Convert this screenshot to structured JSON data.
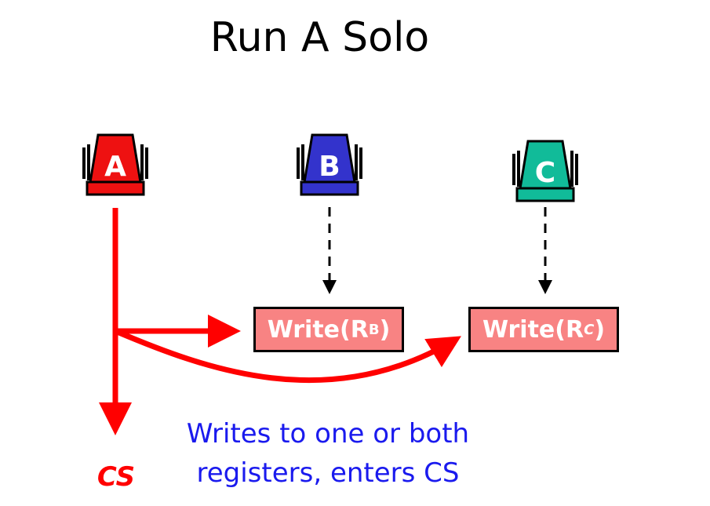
{
  "title": "Run A Solo",
  "processes": [
    {
      "label": "A",
      "color": "#ee1111"
    },
    {
      "label": "B",
      "color": "#3333cc"
    },
    {
      "label": "C",
      "color": "#11bb99"
    }
  ],
  "registers": [
    {
      "prefix": "Write(R",
      "sub": "B",
      "suffix": ")"
    },
    {
      "prefix": "Write(R",
      "sub": "C",
      "suffix": ")"
    }
  ],
  "critical_section": "CS",
  "annotation": {
    "line1": "Writes to one or both",
    "line2": "registers, enters CS"
  },
  "colors": {
    "path": "#ff0000",
    "register_fill": "#f88383",
    "annotation": "#1a1aee",
    "dashed": "#000000"
  }
}
